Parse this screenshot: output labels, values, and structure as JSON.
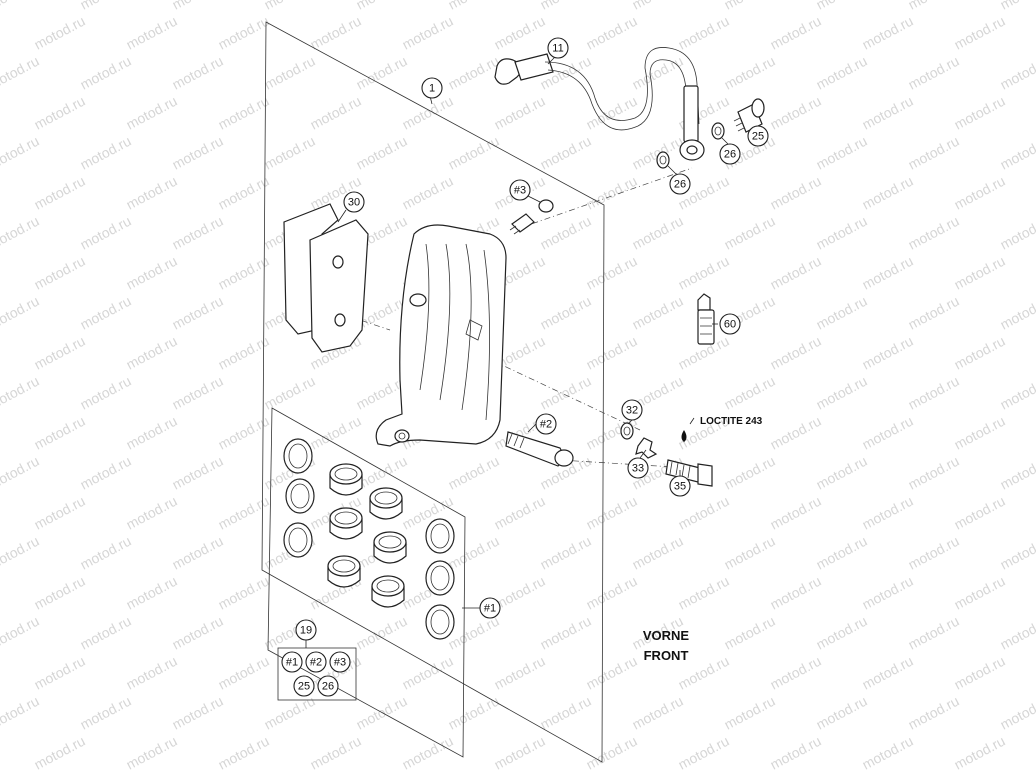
{
  "watermark": {
    "text": "motod.ru"
  },
  "callouts": [
    {
      "id": "c1",
      "label": "1"
    },
    {
      "id": "c11",
      "label": "11"
    },
    {
      "id": "c25",
      "label": "25"
    },
    {
      "id": "c26a",
      "label": "26"
    },
    {
      "id": "c26b",
      "label": "26"
    },
    {
      "id": "c30",
      "label": "30"
    },
    {
      "id": "c3",
      "label": "#3"
    },
    {
      "id": "c60",
      "label": "60"
    },
    {
      "id": "c2",
      "label": "#2"
    },
    {
      "id": "c32",
      "label": "32"
    },
    {
      "id": "c33",
      "label": "33"
    },
    {
      "id": "c35",
      "label": "35"
    },
    {
      "id": "c1b",
      "label": "#1"
    },
    {
      "id": "c19",
      "label": "19"
    }
  ],
  "kit_19": {
    "row1": [
      "#1",
      "#2",
      "#3"
    ],
    "row2": [
      "25",
      "26"
    ]
  },
  "note": {
    "loctite": "LOCTITE 243"
  },
  "direction": {
    "line1": "VORNE",
    "line2": "FRONT"
  },
  "colors": {
    "ink": "#222222",
    "watermark": "#d6d6d6",
    "background": "#ffffff"
  }
}
